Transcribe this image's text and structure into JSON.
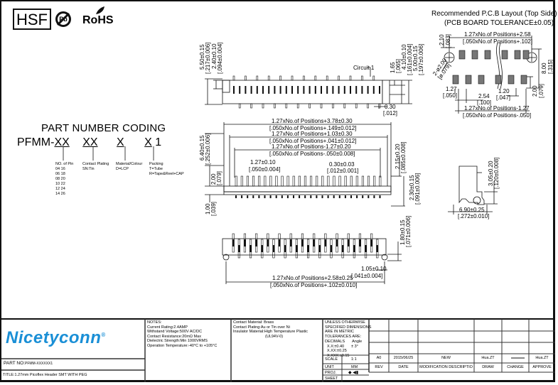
{
  "logos": {
    "hsf": "HSF",
    "pb": "Pb",
    "rohs": "RoHS"
  },
  "pcb_layout": {
    "title": "Recommended P.C.B Layout (Top Side)",
    "subtitle": "(PCB BOARD TOLERANCE±0.05)",
    "dims": {
      "top_width": "1.27xNo.of Positions+2.58",
      "top_width_in": "[.050xNo.of Positions+.102]",
      "d210": "2.10",
      "d210_in": "[.083]",
      "hole": "2-ø2.00",
      "hole_in": "[ø.079]",
      "pitch": "1.27",
      "pitch_in": "[.050]",
      "row_offset": "2.54",
      "row_offset_in": "[.100]",
      "pad_w": "1.20",
      "pad_w_in": "[.047]",
      "h800": "8.00",
      "h800_in": "[.315]",
      "pad_h": "2.00",
      "pad_h_in": "[.079]",
      "bottom_width": "1.27xNo.of Positions-1.27",
      "bottom_width_in": "[.050xNo.of Positions-.050]"
    }
  },
  "top_view": {
    "circuit_label": "Circuit 1",
    "d550": "5.50±0.15",
    "d550_in": "[.217±0.006]",
    "d240": "2.40±0.10",
    "d240_in": "[.094±0.004]",
    "d165": "1.65",
    "d165_in": "[.065]",
    "d410": "4.10±0.10",
    "d410_in": "[.161±0.004]",
    "d500": "5.00±0.15",
    "d500_in": "[.197±0.006]",
    "d030": "0.30",
    "d030_in": "[.012]"
  },
  "part_number_coding": {
    "title": "PART NUMBER CODING",
    "prefix": "PFMM-",
    "seg1": "XX",
    "seg2": "XX",
    "seg3": "X",
    "seg4": "X",
    "suffix": "1",
    "pin_label": "NO. of Pin",
    "pins": [
      "04 16",
      "06 18",
      "08 20",
      "10 22",
      "12 24",
      "14 26"
    ],
    "plating_label": "Contact Plating",
    "plating_value": "SN:Tin",
    "material_label": "Material/Colour",
    "material_value": "D=LCP",
    "packing_label": "Packing",
    "packing_values": [
      "T=Tube",
      "R=Tape&Reel+CAP"
    ]
  },
  "front_view": {
    "w1": "1.27xNo.of Positions+3.78±0.30",
    "w1_in": "[.050xNo.of Positions+.149±0.012]",
    "w2": "1.27xNo.of Positions+1.03±0.30",
    "w2_in": "[.050xNo.of Positions+.041±0.012]",
    "w3": "1.27xNo.of Positions-1.27±0.20",
    "w3_in": "[.050xNo.of Positions-.050±0.008]",
    "pitch": "1.27±0.10",
    "pitch_in": "[.050±0.004]",
    "pin_w": "0.30±0.03",
    "pin_w_in": "[.012±0.001]",
    "h640": "6.40±0.15",
    "h640_in": "[.252±0.006]",
    "h200": "2.00",
    "h200_in": "[.079]",
    "h100": "1.00",
    "h100_in": "[.039]",
    "h215": "2.15±0.20",
    "h215_in": "[.085±0.008]",
    "h230": "2.30±0.15",
    "h230_in": "[.091±0.006]"
  },
  "side_view": {
    "h305": "3.05±0.20",
    "h305_in": "[.120±0.008]",
    "w690": "6.90±0.25",
    "w690_in": "[.272±0.010]"
  },
  "bottom_view": {
    "h180": "1.80±0.15",
    "h180_in": "[.071±0.006]",
    "peg": "1.05±0.10",
    "peg_in": "[.041±0.004]",
    "width": "1.27xNo.of Positions+2.58±0.25",
    "width_in": "[.050xNo.of Positions+.102±0.010]"
  },
  "title_block": {
    "brand": "Nicetyconn",
    "reg": "®",
    "part_no_label": "PART NO:",
    "part_no_value": "PFMM-XXXXXX1",
    "title_label": "TITLE:",
    "title_value": "1.27mm Picoflex Header SMT WITH PEG",
    "notes": [
      "NOTES:",
      "Current Rating:2.4AMP",
      "Withstand Voltage:500V AC/DC",
      "Contact Resistance:20mΩ Max",
      "Dielectric Strength:Min 1000VRMS",
      "Operation Temperature:-40°C to +105°C"
    ],
    "materials": [
      "Contact Material: Brass",
      "Contact Plating:Au or Tin over Ni",
      "Insulator Material:High Temperature Plastic",
      "(UL94V-0)"
    ],
    "tolerance": [
      "UNLESS OTHERWISE",
      "SPECIFIED DIMENSIONS",
      "ARE IN METRIC",
      "TOLERANCES  ARE:"
    ],
    "decimals_label": "DECIMALS",
    "angle_label": "Angle",
    "angle_value": "± 3°",
    "decimals": [
      "X.X:±0.40",
      "X.XX:±0.25",
      "X.XXX:±0.15"
    ],
    "scale_label": "SCALE",
    "scale_value": "1:1",
    "unit_label": "UNIT",
    "unit_value": "MM",
    "proj_label": "PROJ.",
    "sheet_label": "SHEET",
    "revision": {
      "rev": "A0",
      "date": "2015/06/25",
      "description": "NEW",
      "draw": "Hua.ZT",
      "change": "——",
      "approve": "Hua.ZT"
    },
    "headers": [
      "REV",
      "DATE",
      "MODIFICATION DESCRIPTIO",
      "DRAW",
      "CHANGE",
      "APPROVE"
    ]
  }
}
